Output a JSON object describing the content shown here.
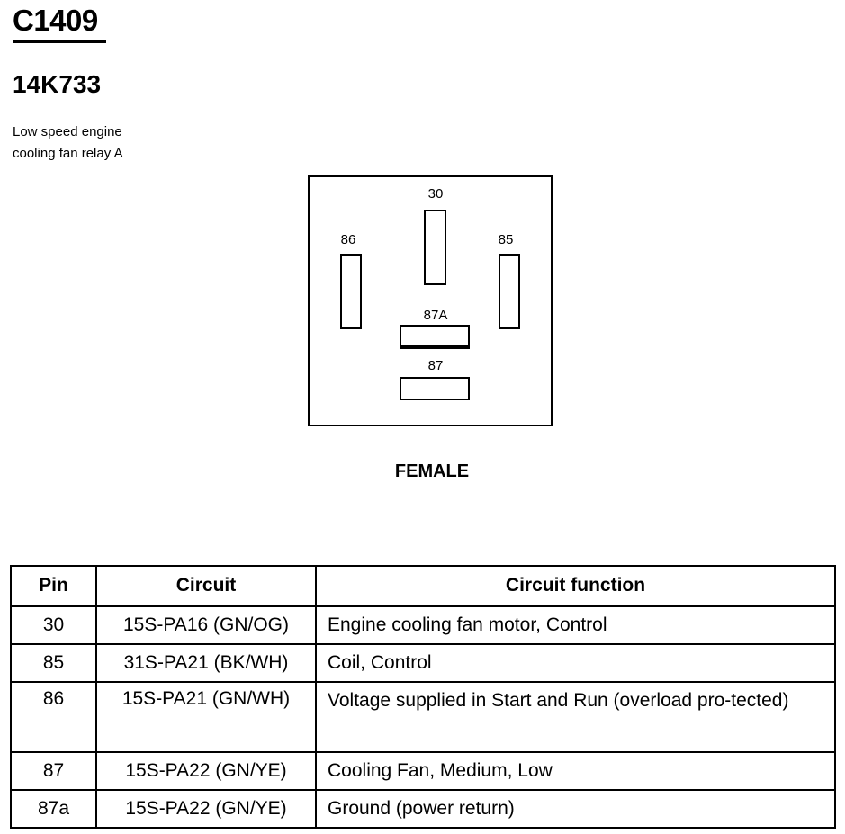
{
  "header": {
    "connector_id": "C1409",
    "part_number": "14K733",
    "description_line1": "Low speed engine",
    "description_line2": "cooling fan relay A"
  },
  "connector": {
    "gender": "FEMALE",
    "pins": {
      "p30": "30",
      "p86": "86",
      "p85": "85",
      "p87a": "87A",
      "p87": "87"
    }
  },
  "table": {
    "headers": {
      "pin": "Pin",
      "circuit": "Circuit",
      "function": "Circuit function"
    },
    "rows": [
      {
        "pin": "30",
        "circuit": "15S-PA16 (GN/OG)",
        "function": "Engine cooling fan motor, Control"
      },
      {
        "pin": "85",
        "circuit": "31S-PA21 (BK/WH)",
        "function": "Coil, Control"
      },
      {
        "pin": "86",
        "circuit": "15S-PA21 (GN/WH)",
        "function": "Voltage supplied in Start and Run (overload pro-tected)"
      },
      {
        "pin": "87",
        "circuit": "15S-PA22 (GN/YE)",
        "function": "Cooling Fan, Medium, Low"
      },
      {
        "pin": "87a",
        "circuit": "15S-PA22 (GN/YE)",
        "function": "Ground (power return)"
      }
    ]
  }
}
